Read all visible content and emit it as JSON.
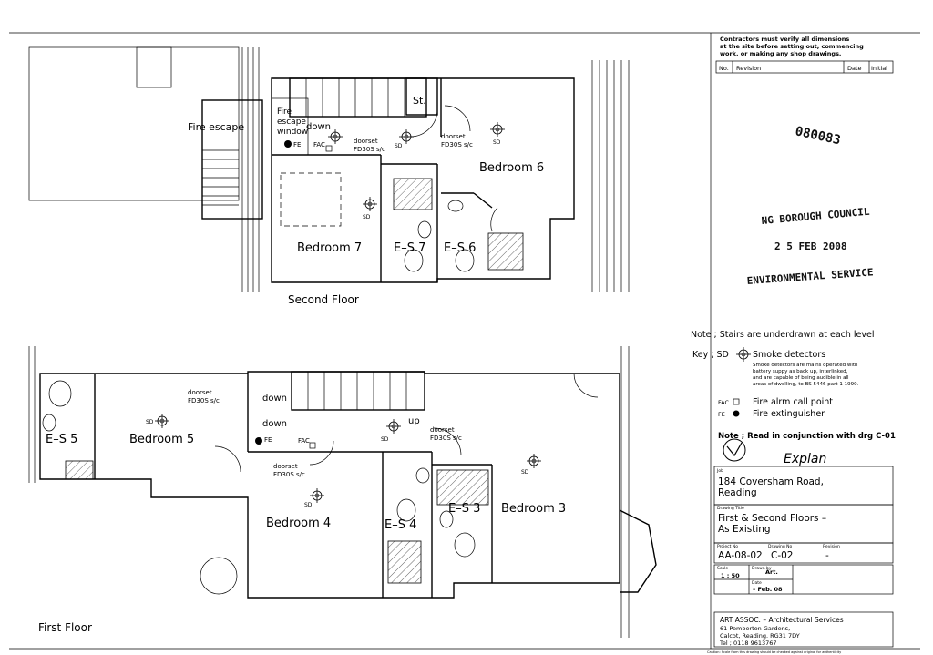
{
  "title_block": {
    "contractor_note_1": "Contractors must verify all dimensions",
    "contractor_note_2": "at the site before setting out, commencing",
    "contractor_note_3": "work, or making any shop drawings.",
    "rev_header_no": "No.",
    "rev_header_revision": "Revision",
    "rev_header_date": "Date",
    "rev_header_initial": "Initial",
    "stamp_number": "080083",
    "stamp_council": "NG BOROUGH COUNCIL",
    "stamp_date": "2 5 FEB 2008",
    "stamp_service": "ENVIRONMENTAL SERVICE",
    "stairs_note": "Note ; Stairs are underdrawn at each level",
    "key_label": "Key ; SD",
    "key_sd_title": "Smoke detectors",
    "key_sd_desc_1": "Smoke detectors are mains operated with",
    "key_sd_desc_2": "battery suppy as back up, interlinked,",
    "key_sd_desc_3": "and are capable of being audible in all",
    "key_sd_desc_4": "areas of dwelling, to BS 5446 part 1 1990.",
    "key_fac_code": "FAC",
    "key_fac_label": "Fire alrm call point",
    "key_fe_code": "FE",
    "key_fe_label": "Fire extinguisher",
    "read_note": "Note ; Read in conjunction with drg C-01",
    "handwritten_note": "Explan",
    "job_caption": "Job",
    "job_line_1": "184 Coversham Road,",
    "job_line_2": "Reading",
    "drawing_title_caption": "Drawing Title",
    "drawing_title_1": "First & Second Floors  –",
    "drawing_title_2": "As Existing",
    "project_no_caption": "Project No",
    "drawing_no_caption": "Drawing No",
    "revision_caption": "Revision",
    "project_no": "AA-08-02",
    "drawing_no": "C-02",
    "revision": "-",
    "scale_caption": "Scale",
    "drawn_caption": "Drawn by",
    "scale": "1 : 50",
    "drawn_by": "Art.",
    "date_caption": "Date",
    "date": "– Feb. 08",
    "practice_1": "ART ASSOC. – Architectural Services",
    "practice_2": "61 Pemberton Gardens,",
    "practice_3": "Calcot, Reading. RG31 7DY",
    "practice_4": "Tel ; 0118 9613767",
    "footer_fine": "Caution: Scale from this drawing should be checked against original for authenticity"
  },
  "second_floor": {
    "caption": "Second Floor",
    "fire_escape": "Fire escape",
    "fire_escape_window_1": "Fire",
    "fire_escape_window_2": "escape",
    "fire_escape_window_3": "window",
    "stairs_down": "down",
    "store": "St.",
    "bedroom_6": "Bedroom 6",
    "bedroom_7": "Bedroom 7",
    "es7": "E–S 7",
    "es6": "E–S 6",
    "doorset_1a": "doorset",
    "doorset_1b": "FD30S s/c",
    "doorset_2a": "doorset",
    "doorset_2b": "FD30S s/c",
    "sd": "SD",
    "fe": "FE",
    "fac": "FAC"
  },
  "first_floor": {
    "caption": "First Floor",
    "bedroom_5": "Bedroom 5",
    "bedroom_4": "Bedroom 4",
    "bedroom_3": "Bedroom 3",
    "es5": "E–S 5",
    "es4": "E–S 4",
    "es3": "E–S 3",
    "down_1": "down",
    "down_2": "down",
    "up": "up",
    "doorset_1a": "doorset",
    "doorset_1b": "FD30S s/c",
    "doorset_2a": "doorset",
    "doorset_2b": "FD30S s/c",
    "doorset_3a": "doorset",
    "doorset_3b": "FD30S s/c",
    "sd": "SD",
    "fe": "FE",
    "fac": "FAC"
  }
}
